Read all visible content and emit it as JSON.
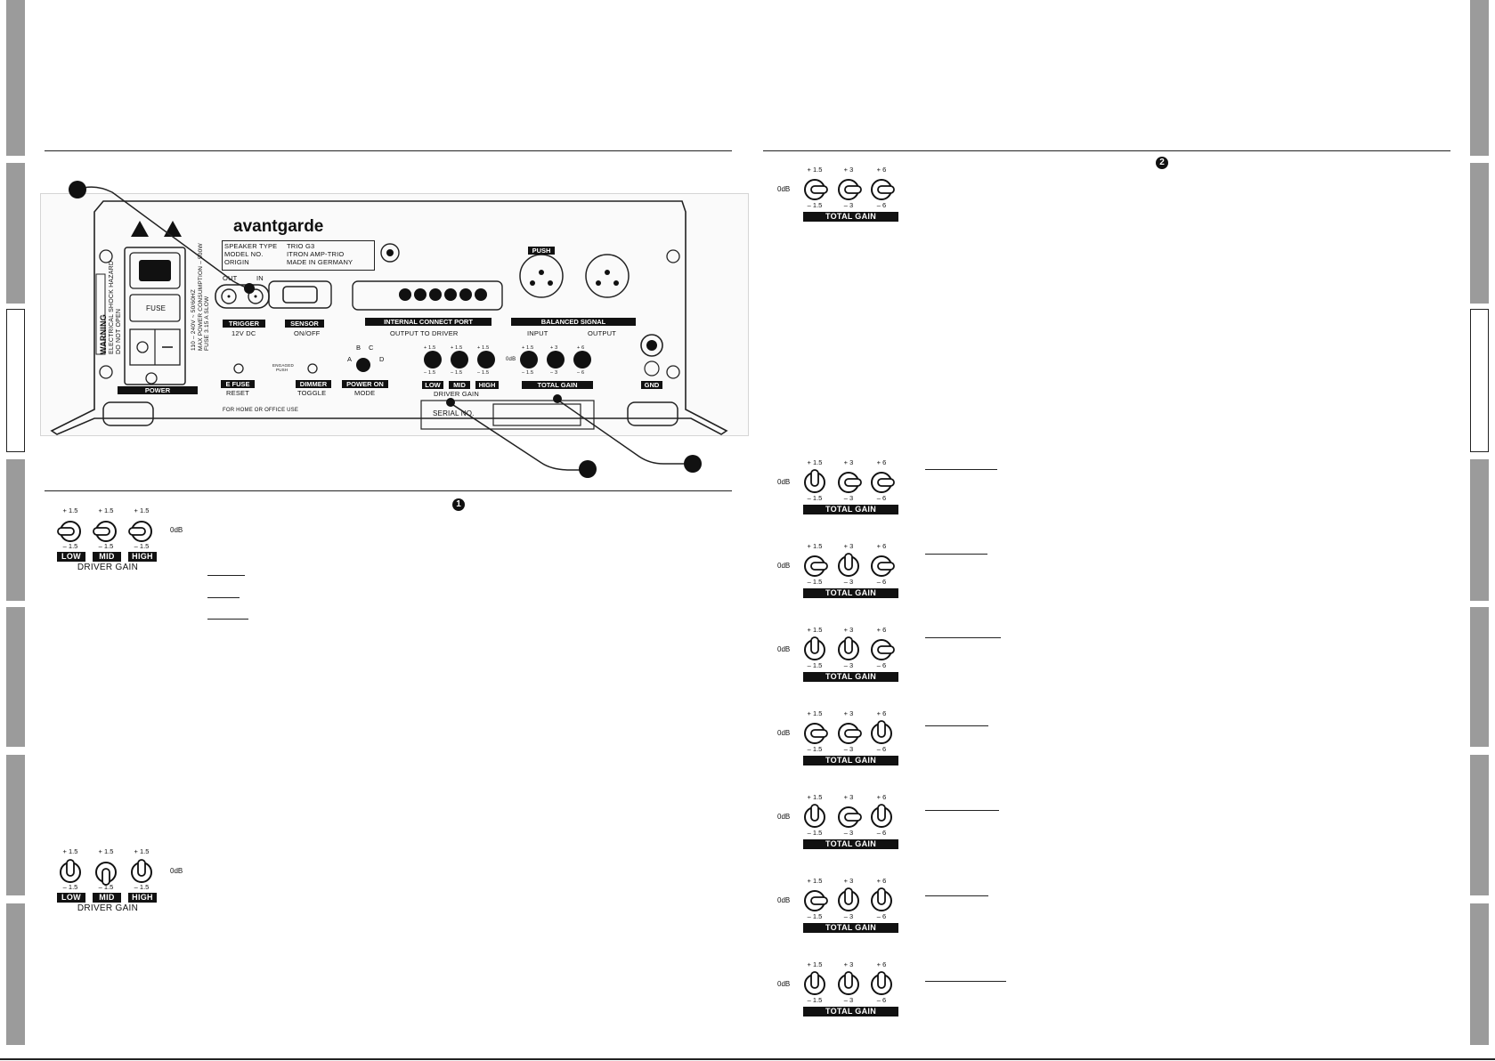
{
  "tab_colors": {
    "inactive": "#9b9b9b",
    "active": "#ffffff"
  },
  "section_markers": {
    "one": "1",
    "two": "2"
  },
  "panel": {
    "brand": "avantgarde",
    "info_keys": [
      "SPEAKER TYPE",
      "MODEL NO.",
      "ORIGIN"
    ],
    "info_vals": [
      "TRIO G3",
      "ITRON AMP-TRIO",
      "MADE IN GERMANY"
    ],
    "warning_title": "WARNING",
    "warning_line1": "ELECTRICAL SHOCK HAZARD",
    "warning_line2": "DO NOT OPEN",
    "power_specs_1": "110 – 240V ~ 50/60HZ",
    "power_specs_2": "MAX POWER CONSUMPTION – 500W",
    "power_specs_3": "FUSE 3.15 A SLOW",
    "fuse": "FUSE",
    "power": "POWER",
    "trigger_out": "OUT",
    "trigger_in": "IN",
    "trigger": "TRIGGER",
    "trigger_sub": "12V DC",
    "sensor": "SENSOR",
    "sensor_sub": "ON/OFF",
    "internal_port": "INTERNAL CONNECT PORT",
    "internal_sub": "OUTPUT TO DRIVER",
    "push": "PUSH",
    "balanced": "BALANCED SIGNAL",
    "input": "INPUT",
    "output": "OUTPUT",
    "efuse": "E FUSE",
    "efuse_sub": "RESET",
    "engaged": "ENGAGED",
    "push_small": "PUSH",
    "dimmer": "DIMMER",
    "dimmer_sub": "TOGGLE",
    "poweron": "POWER ON",
    "poweron_sub": "MODE",
    "mode_b": "B",
    "mode_c": "C",
    "mode_a": "A",
    "mode_d": "D",
    "driver_tops": [
      "+ 1.5",
      "+ 1.5",
      "+ 1.5"
    ],
    "driver_bots": [
      "– 1.5",
      "– 1.5",
      "– 1.5"
    ],
    "driver_labels": [
      "LOW",
      "MID",
      "HIGH"
    ],
    "driver_gain": "DRIVER GAIN",
    "odb": "0dB",
    "total_tops": [
      "+ 1.5",
      "+ 3",
      "+ 6"
    ],
    "total_bots": [
      "– 1.5",
      "– 3",
      "– 6"
    ],
    "total_gain": "TOTAL GAIN",
    "gnd": "GND",
    "home_use": "FOR HOME OR OFFICE USE",
    "serial": "SERIAL NO."
  },
  "gain_common": {
    "odb": "0dB",
    "driver_tops": [
      "+ 1.5",
      "+ 1.5",
      "+ 1.5"
    ],
    "driver_bots": [
      "– 1.5",
      "– 1.5",
      "– 1.5"
    ],
    "driver_labels": [
      "LOW",
      "MID",
      "HIGH"
    ],
    "driver_caption": "DRIVER GAIN",
    "total_tops": [
      "+ 1.5",
      "+ 3",
      "+ 6"
    ],
    "total_bots": [
      "– 1.5",
      "– 3",
      "– 6"
    ],
    "total_caption": "TOTAL GAIN"
  },
  "driver_gain_panels": [
    {
      "knobs": [
        "0dB",
        "0dB",
        "0dB"
      ]
    },
    {
      "knobs": [
        "+ 1.5",
        "– 1.5",
        "+ 1.5"
      ]
    }
  ],
  "total_gain_panels": [
    {
      "knobs": [
        "0dB",
        "0dB",
        "0dB"
      ]
    },
    {
      "knobs": [
        "+ 1.5",
        "0dB",
        "0dB"
      ]
    },
    {
      "knobs": [
        "0dB",
        "+ 3",
        "0dB"
      ]
    },
    {
      "knobs": [
        "+ 1.5",
        "+ 3",
        "0dB"
      ]
    },
    {
      "knobs": [
        "0dB",
        "0dB",
        "+ 6"
      ]
    },
    {
      "knobs": [
        "+ 1.5",
        "0dB",
        "+ 6"
      ]
    },
    {
      "knobs": [
        "0dB",
        "+ 3",
        "+ 6"
      ]
    },
    {
      "knobs": [
        "+ 1.5",
        "+ 3",
        "+ 6"
      ]
    }
  ]
}
